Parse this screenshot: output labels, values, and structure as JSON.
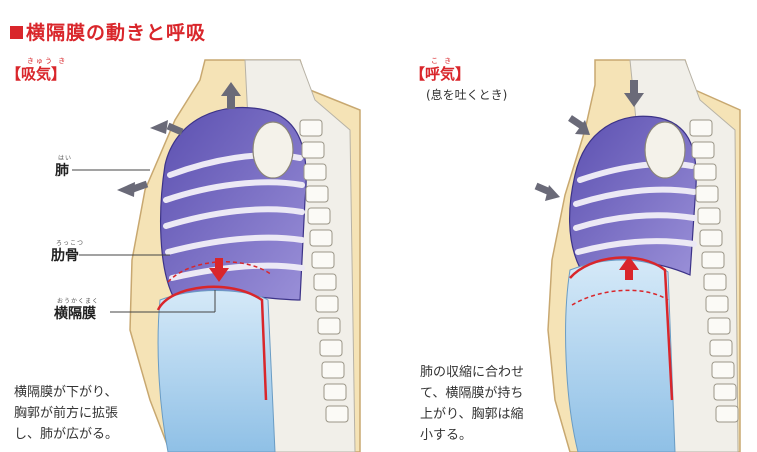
{
  "title": "横隔膜の動きと呼吸",
  "inhale": {
    "heading": "【吸気】",
    "heading_ruby": "きゅう き",
    "labels": {
      "lung": "肺",
      "lung_ruby": "はい",
      "ribs": "肋骨",
      "ribs_ruby": "ろっこつ",
      "diaphragm": "横隔膜",
      "diaphragm_ruby": "おうかくまく"
    },
    "caption_lines": [
      "横隔膜が下がり、",
      "胸郭が前方に拡張",
      "し、肺が広がる。"
    ]
  },
  "exhale": {
    "heading": "【呼気】",
    "heading_ruby": "こ き",
    "note": "(息を吐くとき)",
    "caption_lines": [
      "肺の収縮に合わせ",
      "て、横隔膜が持ち",
      "上がり、胸郭は縮",
      "小する。"
    ]
  },
  "colors": {
    "accent_red": "#d9262b",
    "lung_purple": "#7a6fc4",
    "abdomen_blue": "#b8d8f0",
    "body_skin": "#f3dfb0",
    "arrow_gray": "#6a6a78"
  }
}
